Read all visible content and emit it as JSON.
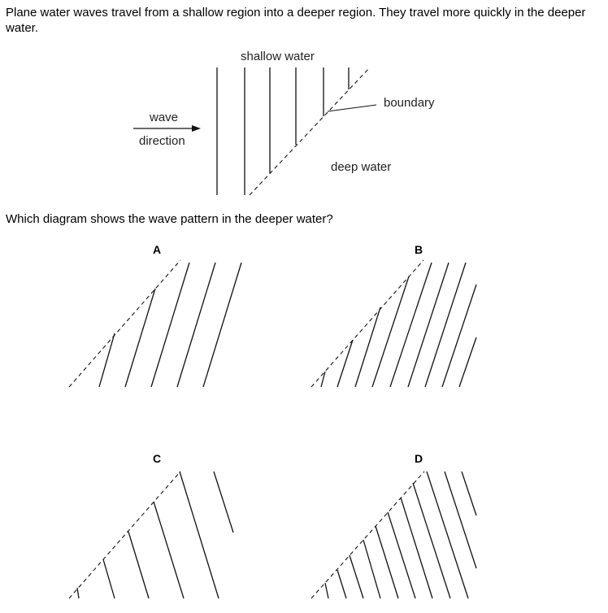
{
  "question": {
    "intro": "Plane water waves travel from a shallow region into a deeper region. They travel more quickly in the deeper water.",
    "prompt": "Which diagram shows the wave pattern in the deeper water?"
  },
  "diagram": {
    "shallow_label": "shallow water",
    "deep_label": "deep water",
    "boundary_label": "boundary",
    "wave_label": "wave",
    "direction_label": "direction"
  },
  "options": [
    "A",
    "B",
    "C",
    "D"
  ]
}
